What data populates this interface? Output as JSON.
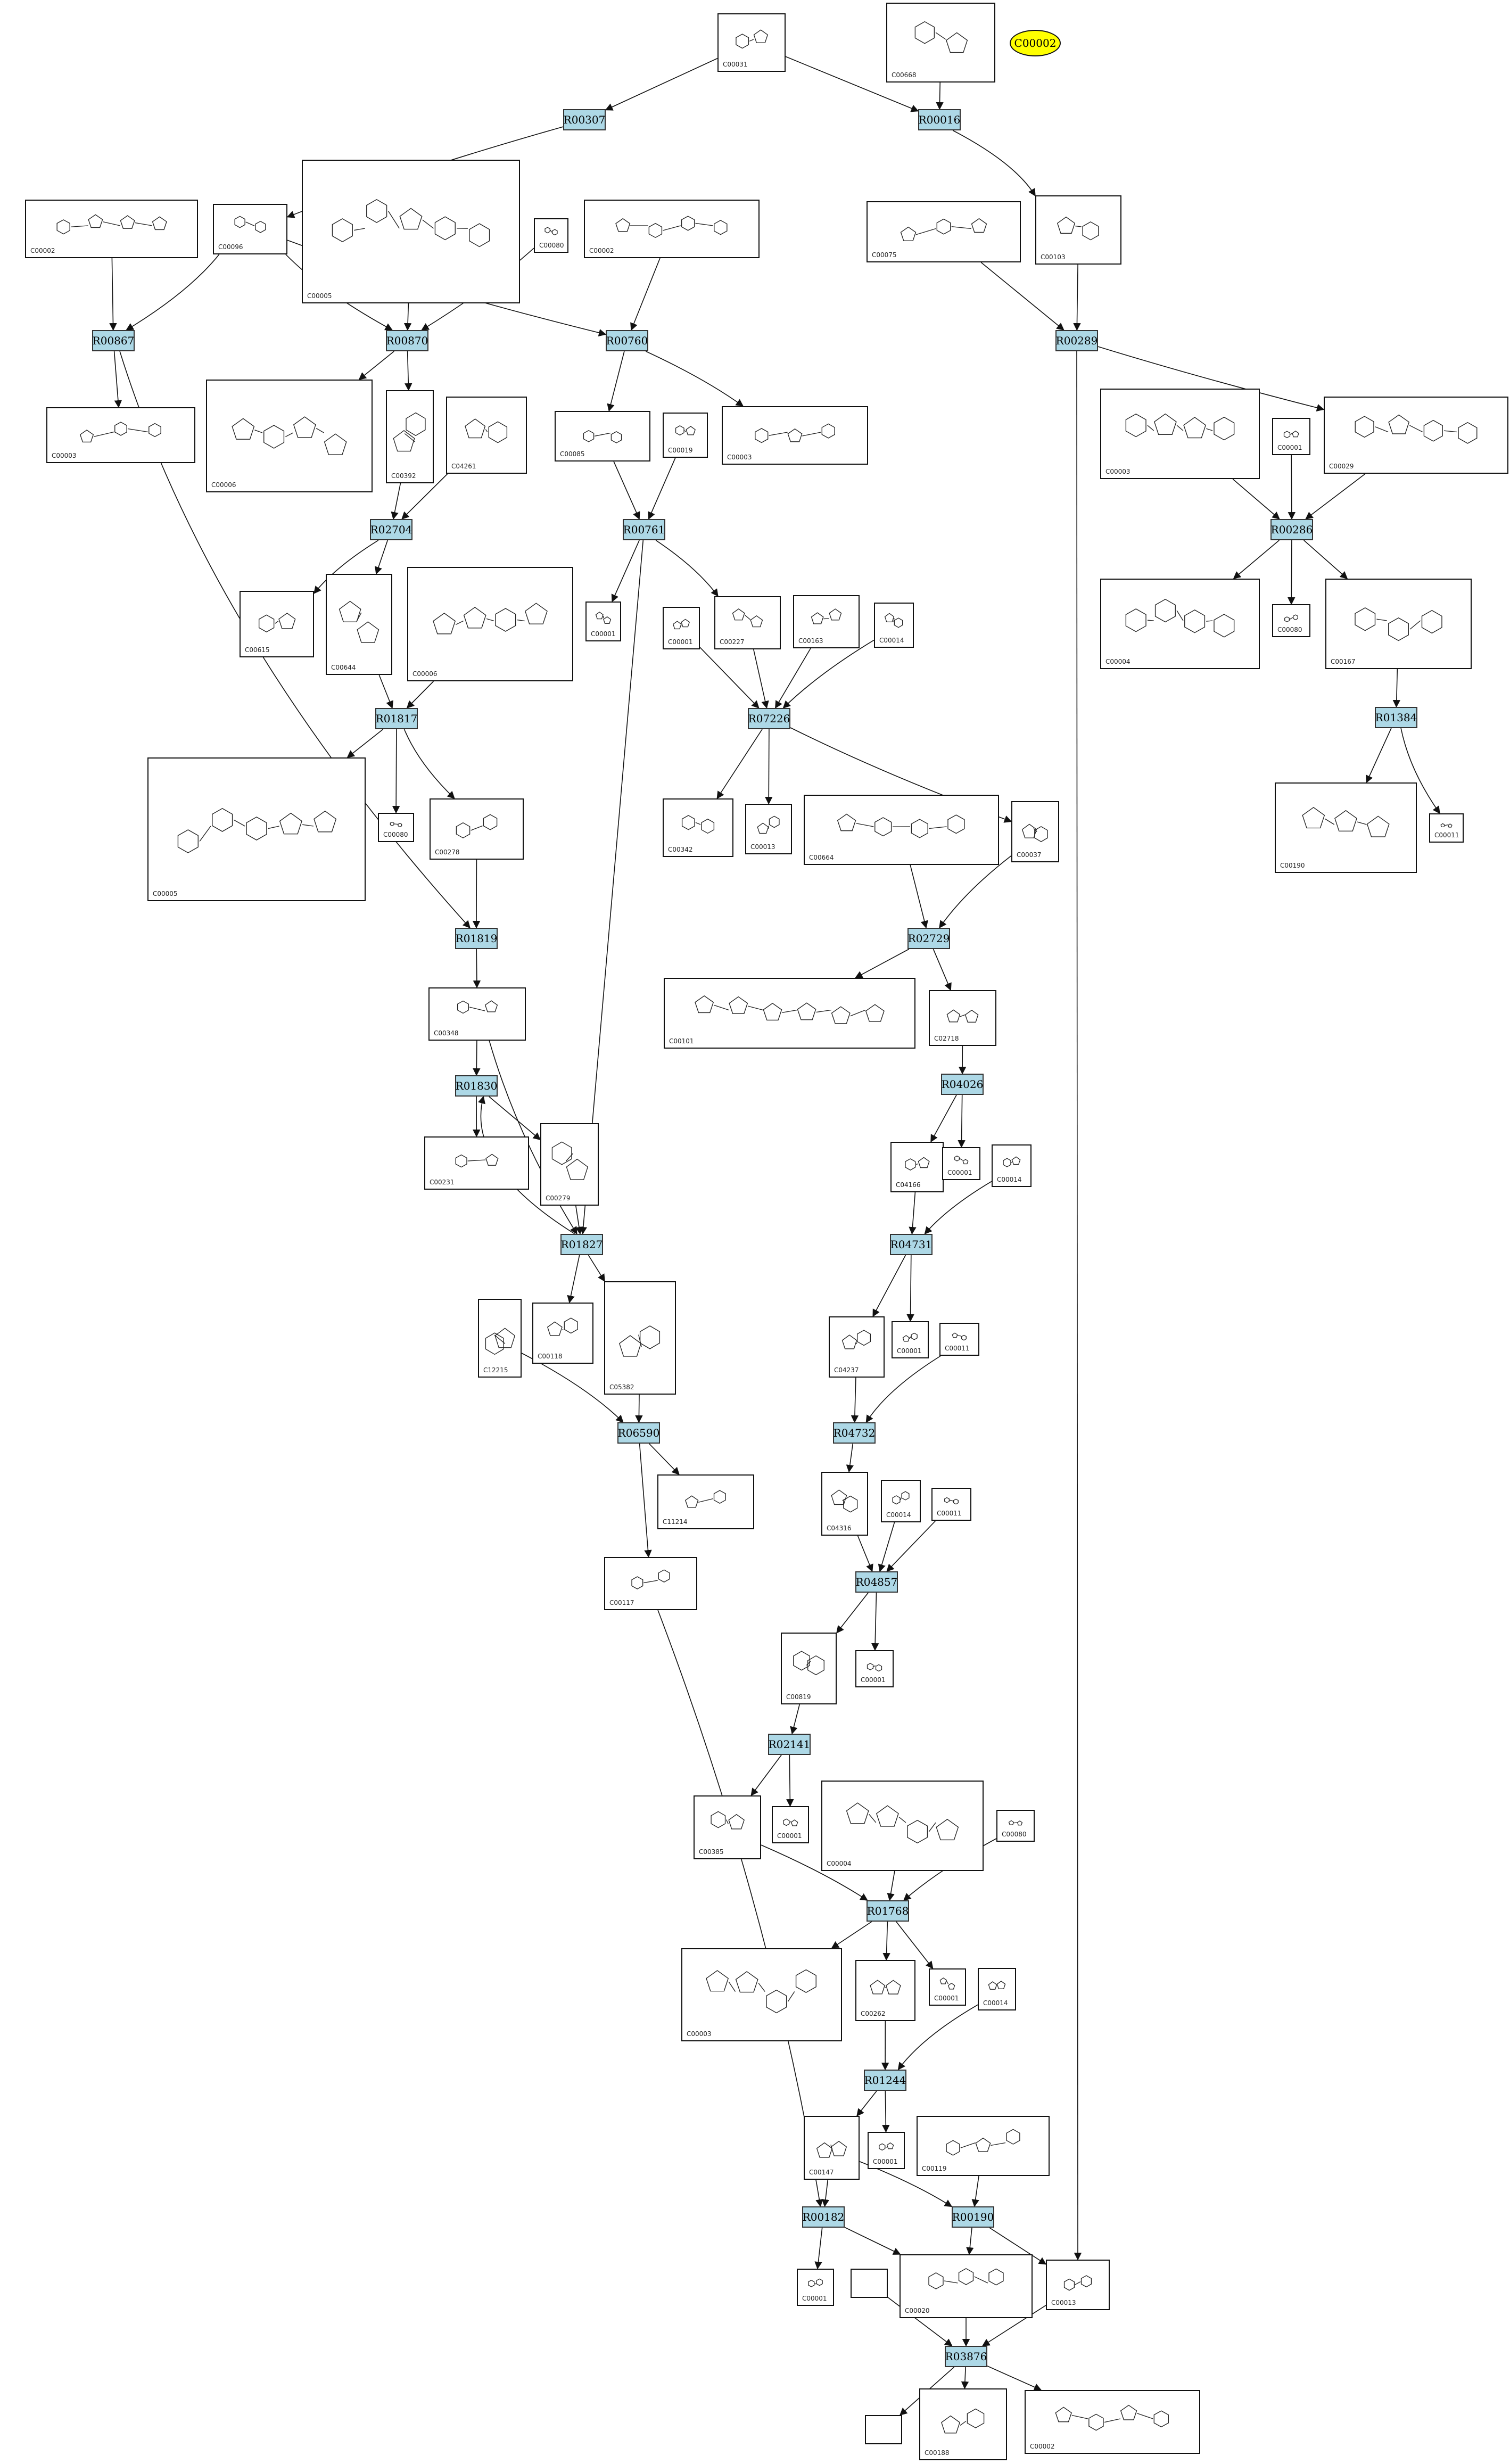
{
  "diagram": {
    "highlight": {
      "id": "C00002",
      "fill": "#ffff00"
    },
    "reaction_fill": "#add8e6",
    "compounds": [
      {
        "key": "C00031",
        "label": "C00031"
      },
      {
        "key": "C00668",
        "label": "C00668"
      },
      {
        "key": "C00002_a",
        "label": "C00002"
      },
      {
        "key": "C00096",
        "label": "C00096"
      },
      {
        "key": "C00005_a",
        "label": "C00005"
      },
      {
        "key": "C00080_a",
        "label": "C00080"
      },
      {
        "key": "C00002_b",
        "label": "C00002"
      },
      {
        "key": "C00075",
        "label": "C00075"
      },
      {
        "key": "C00103",
        "label": "C00103"
      },
      {
        "key": "C00003_a",
        "label": "C00003"
      },
      {
        "key": "C00006",
        "label": "C00006"
      },
      {
        "key": "C00392",
        "label": "C00392"
      },
      {
        "key": "C04261",
        "label": "C04261"
      },
      {
        "key": "C00085",
        "label": "C00085"
      },
      {
        "key": "C00019",
        "label": "C00019"
      },
      {
        "key": "C00003_b",
        "label": "C00003"
      },
      {
        "key": "C00003_c",
        "label": "C00003"
      },
      {
        "key": "C00001_a",
        "label": "C00001"
      },
      {
        "key": "C00029",
        "label": "C00029"
      },
      {
        "key": "C00615",
        "label": "C00615"
      },
      {
        "key": "C00644",
        "label": "C00644"
      },
      {
        "key": "C00006_b",
        "label": "C00006"
      },
      {
        "key": "C00001_b",
        "label": "C00001"
      },
      {
        "key": "C00001_c",
        "label": "C00001"
      },
      {
        "key": "C00227",
        "label": "C00227"
      },
      {
        "key": "C00163",
        "label": "C00163"
      },
      {
        "key": "C00014_a",
        "label": "C00014"
      },
      {
        "key": "C00004_a",
        "label": "C00004"
      },
      {
        "key": "C00080_b",
        "label": "C00080"
      },
      {
        "key": "C00167",
        "label": "C00167"
      },
      {
        "key": "C00005_b",
        "label": "C00005"
      },
      {
        "key": "C00080_c",
        "label": "C00080"
      },
      {
        "key": "C00278",
        "label": "C00278"
      },
      {
        "key": "C00342",
        "label": "C00342"
      },
      {
        "key": "C00013",
        "label": "C00013"
      },
      {
        "key": "C00664",
        "label": "C00664"
      },
      {
        "key": "C00037",
        "label": "C00037"
      },
      {
        "key": "C00190",
        "label": "C00190"
      },
      {
        "key": "C00011_a",
        "label": "C00011"
      },
      {
        "key": "C00101",
        "label": "C00101"
      },
      {
        "key": "C02718",
        "label": "C02718"
      },
      {
        "key": "C00348",
        "label": "C00348"
      },
      {
        "key": "C00231",
        "label": "C00231"
      },
      {
        "key": "C00279",
        "label": "C00279"
      },
      {
        "key": "C04166",
        "label": "C04166"
      },
      {
        "key": "C00001_d",
        "label": "C00001"
      },
      {
        "key": "C00014_b",
        "label": "C00014"
      },
      {
        "key": "C12215",
        "label": "C12215"
      },
      {
        "key": "C00118",
        "label": "C00118"
      },
      {
        "key": "C05382",
        "label": "C05382"
      },
      {
        "key": "C04237",
        "label": "C04237"
      },
      {
        "key": "C00001_e",
        "label": "C00001"
      },
      {
        "key": "C00011_b",
        "label": "C00011"
      },
      {
        "key": "C11214",
        "label": "C11214"
      },
      {
        "key": "C04316",
        "label": "C04316"
      },
      {
        "key": "C00014_c",
        "label": "C00014"
      },
      {
        "key": "C00011_c",
        "label": "C00011"
      },
      {
        "key": "C00117",
        "label": "C00117"
      },
      {
        "key": "C00819",
        "label": "C00819"
      },
      {
        "key": "C00001_f",
        "label": "C00001"
      },
      {
        "key": "C00385",
        "label": "C00385"
      },
      {
        "key": "C00001_g",
        "label": "C00001"
      },
      {
        "key": "C00004_b",
        "label": "C00004"
      },
      {
        "key": "C00080_d",
        "label": "C00080"
      },
      {
        "key": "C00003_d",
        "label": "C00003"
      },
      {
        "key": "C00262",
        "label": "C00262"
      },
      {
        "key": "C00001_h",
        "label": "C00001"
      },
      {
        "key": "C00014_d",
        "label": "C00014"
      },
      {
        "key": "C00147",
        "label": "C00147"
      },
      {
        "key": "C00001_i",
        "label": "C00001"
      },
      {
        "key": "C00119",
        "label": "C00119"
      },
      {
        "key": "C00001_j",
        "label": "C00001"
      },
      {
        "key": "blank_a",
        "label": ""
      },
      {
        "key": "C00020",
        "label": "C00020"
      },
      {
        "key": "C00013_b",
        "label": "C00013"
      },
      {
        "key": "blank_b",
        "label": ""
      },
      {
        "key": "C00188",
        "label": "C00188"
      },
      {
        "key": "C00002_c",
        "label": "C00002"
      }
    ],
    "reactions": [
      {
        "key": "R00307",
        "label": "R00307"
      },
      {
        "key": "R00016",
        "label": "R00016"
      },
      {
        "key": "R00867",
        "label": "R00867"
      },
      {
        "key": "R00870",
        "label": "R00870"
      },
      {
        "key": "R00760",
        "label": "R00760"
      },
      {
        "key": "R00289",
        "label": "R00289"
      },
      {
        "key": "R02704",
        "label": "R02704"
      },
      {
        "key": "R00761",
        "label": "R00761"
      },
      {
        "key": "R00286",
        "label": "R00286"
      },
      {
        "key": "R01817",
        "label": "R01817"
      },
      {
        "key": "R07226",
        "label": "R07226"
      },
      {
        "key": "R01384",
        "label": "R01384"
      },
      {
        "key": "R01819",
        "label": "R01819"
      },
      {
        "key": "R02729",
        "label": "R02729"
      },
      {
        "key": "R04026",
        "label": "R04026"
      },
      {
        "key": "R01830",
        "label": "R01830"
      },
      {
        "key": "R01827",
        "label": "R01827"
      },
      {
        "key": "R04731",
        "label": "R04731"
      },
      {
        "key": "R06590",
        "label": "R06590"
      },
      {
        "key": "R04732",
        "label": "R04732"
      },
      {
        "key": "R04857",
        "label": "R04857"
      },
      {
        "key": "R02141",
        "label": "R02141"
      },
      {
        "key": "R01768",
        "label": "R01768"
      },
      {
        "key": "R01244",
        "label": "R01244"
      },
      {
        "key": "R00182",
        "label": "R00182"
      },
      {
        "key": "R00190",
        "label": "R00190"
      },
      {
        "key": "R03876",
        "label": "R03876"
      }
    ]
  }
}
